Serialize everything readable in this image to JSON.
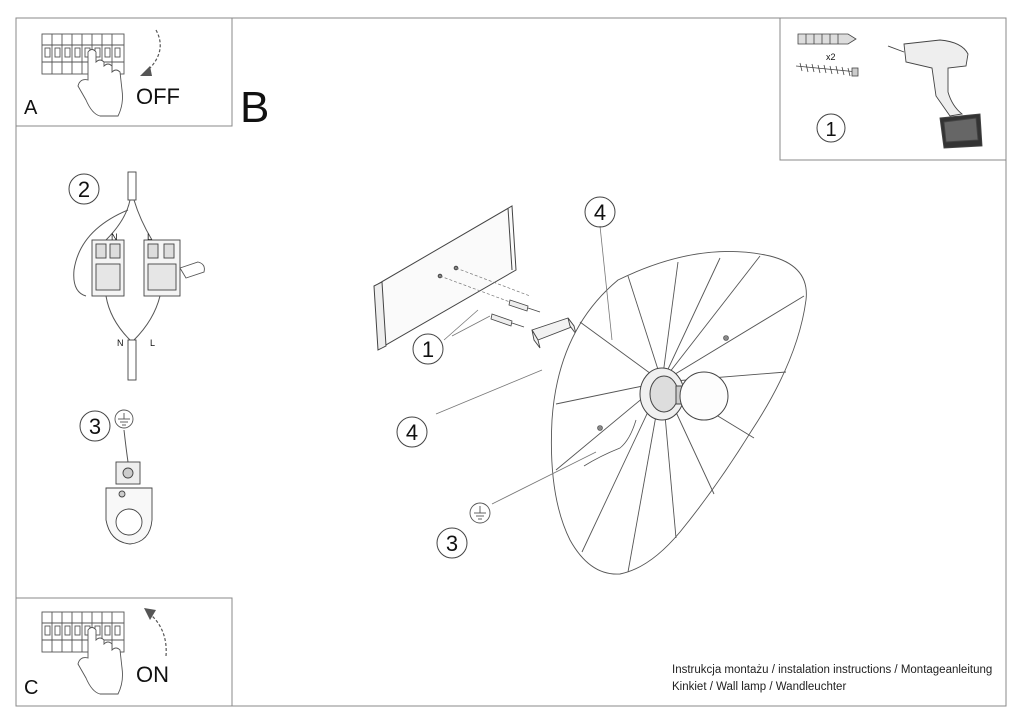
{
  "panels": {
    "a": {
      "letter": "A",
      "action": "OFF"
    },
    "b": {
      "letter": "B"
    },
    "c": {
      "letter": "C",
      "action": "ON"
    }
  },
  "steps": {
    "wiring": "2",
    "earth": "3",
    "tools": "1",
    "mount_plate": "1",
    "shade_top": "4",
    "shade_side": "4",
    "ground_b": "3"
  },
  "terminals": {
    "neutral": "N",
    "live": "L",
    "neutral_lower": "N",
    "live_lower": "L"
  },
  "tools": {
    "quantity": "x2"
  },
  "footer": {
    "line1": "Instrukcja montażu / instalation instructions / Montageanleitung",
    "line2": "Kinkiet / Wall lamp / Wandleuchter"
  }
}
